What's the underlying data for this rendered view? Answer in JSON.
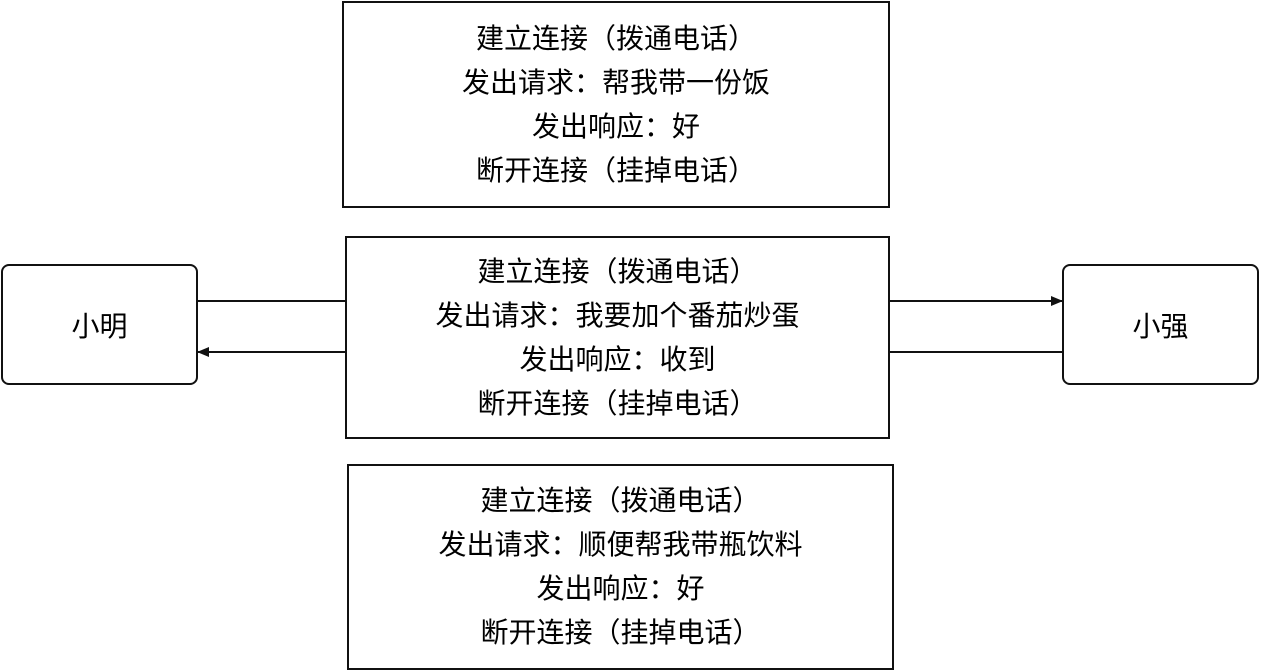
{
  "actors": {
    "left": "小明",
    "right": "小强"
  },
  "exchanges": [
    {
      "connect": "建立连接（拨通电话）",
      "request": "发出请求：帮我带一份饭",
      "response": "发出响应：好",
      "disconnect": "断开连接（挂掉电话）"
    },
    {
      "connect": "建立连接（拨通电话）",
      "request": "发出请求：我要加个番茄炒蛋",
      "response": "发出响应：收到",
      "disconnect": "断开连接（挂掉电话）"
    },
    {
      "connect": "建立连接（拨通电话）",
      "request": "发出请求：顺便帮我带瓶饮料",
      "response": "发出响应：好",
      "disconnect": "断开连接（挂掉电话）"
    }
  ]
}
